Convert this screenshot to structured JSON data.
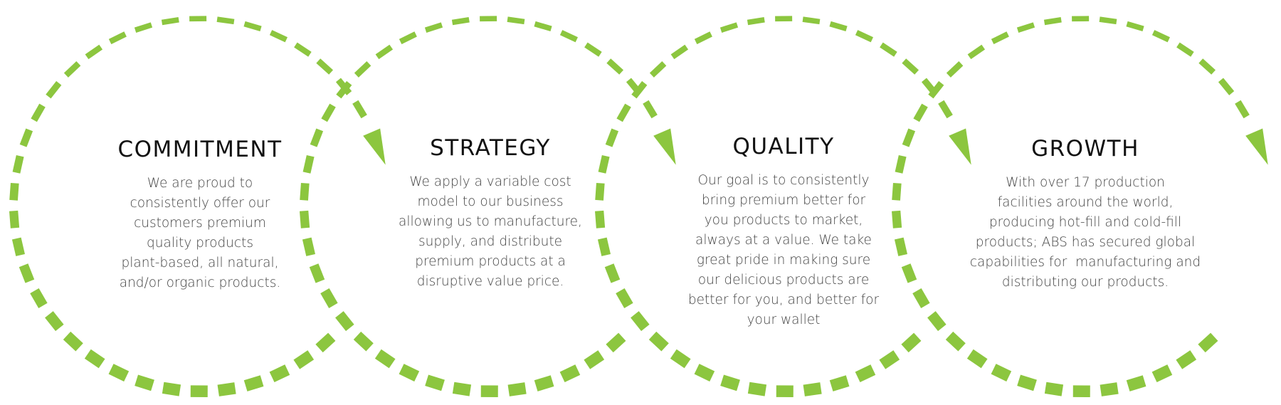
{
  "colors": {
    "accent": "#8CC63F",
    "title": "#111111",
    "body": "#444444"
  },
  "steps": [
    {
      "title": "COMMITMENT",
      "lines": [
        "We are proud to",
        "consistently offer our",
        "customers premium",
        "quality products",
        "plant-based, all natural,",
        "and/or organic products."
      ]
    },
    {
      "title": "STRATEGY",
      "lines": [
        "We apply a variable cost",
        "model to our business",
        "allowing us to manufacture,",
        "supply, and distribute",
        "premium products at a",
        "disruptive value price."
      ]
    },
    {
      "title": "QUALITY",
      "lines": [
        "Our goal is to consistently",
        "bring premium better for",
        "you products to market,",
        "always at a value. We take",
        "great pride in making sure",
        "our delicious products are",
        "better for you, and better for",
        "your wallet"
      ]
    },
    {
      "title": "GROWTH",
      "lines": [
        "With over 17 production",
        "facilities around the world,",
        "producing hot-fill and cold-fill",
        "products; ABS has secured global",
        "capabilities for  manufacturing and",
        "distributing our products."
      ]
    }
  ]
}
